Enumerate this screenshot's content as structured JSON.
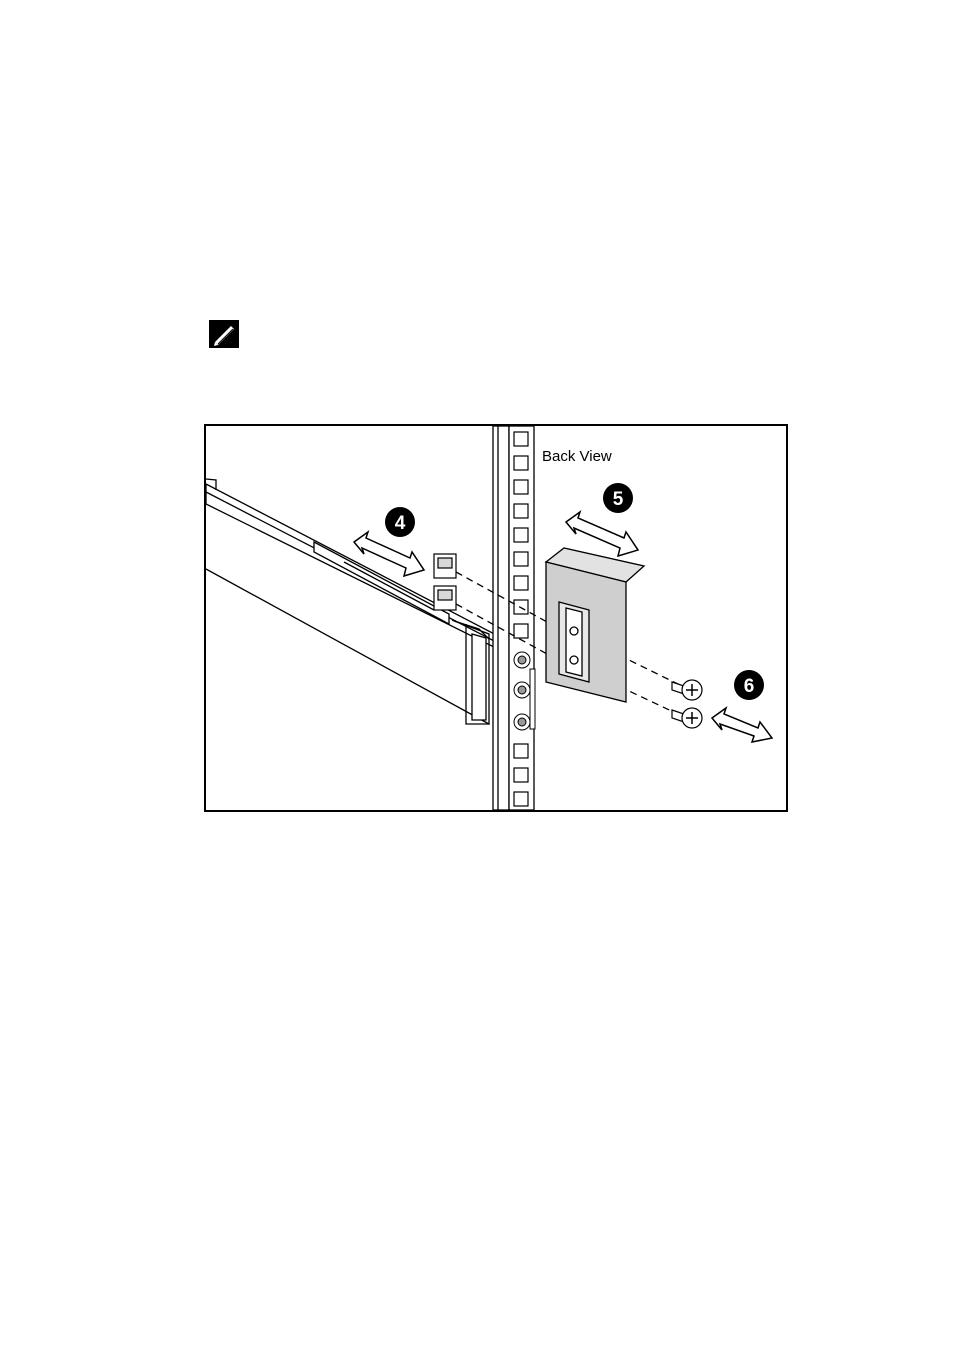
{
  "page": {
    "note_icon": "note-pencil-icon"
  },
  "figure": {
    "view_label": "Back View",
    "callouts": [
      "4",
      "5",
      "6"
    ]
  }
}
